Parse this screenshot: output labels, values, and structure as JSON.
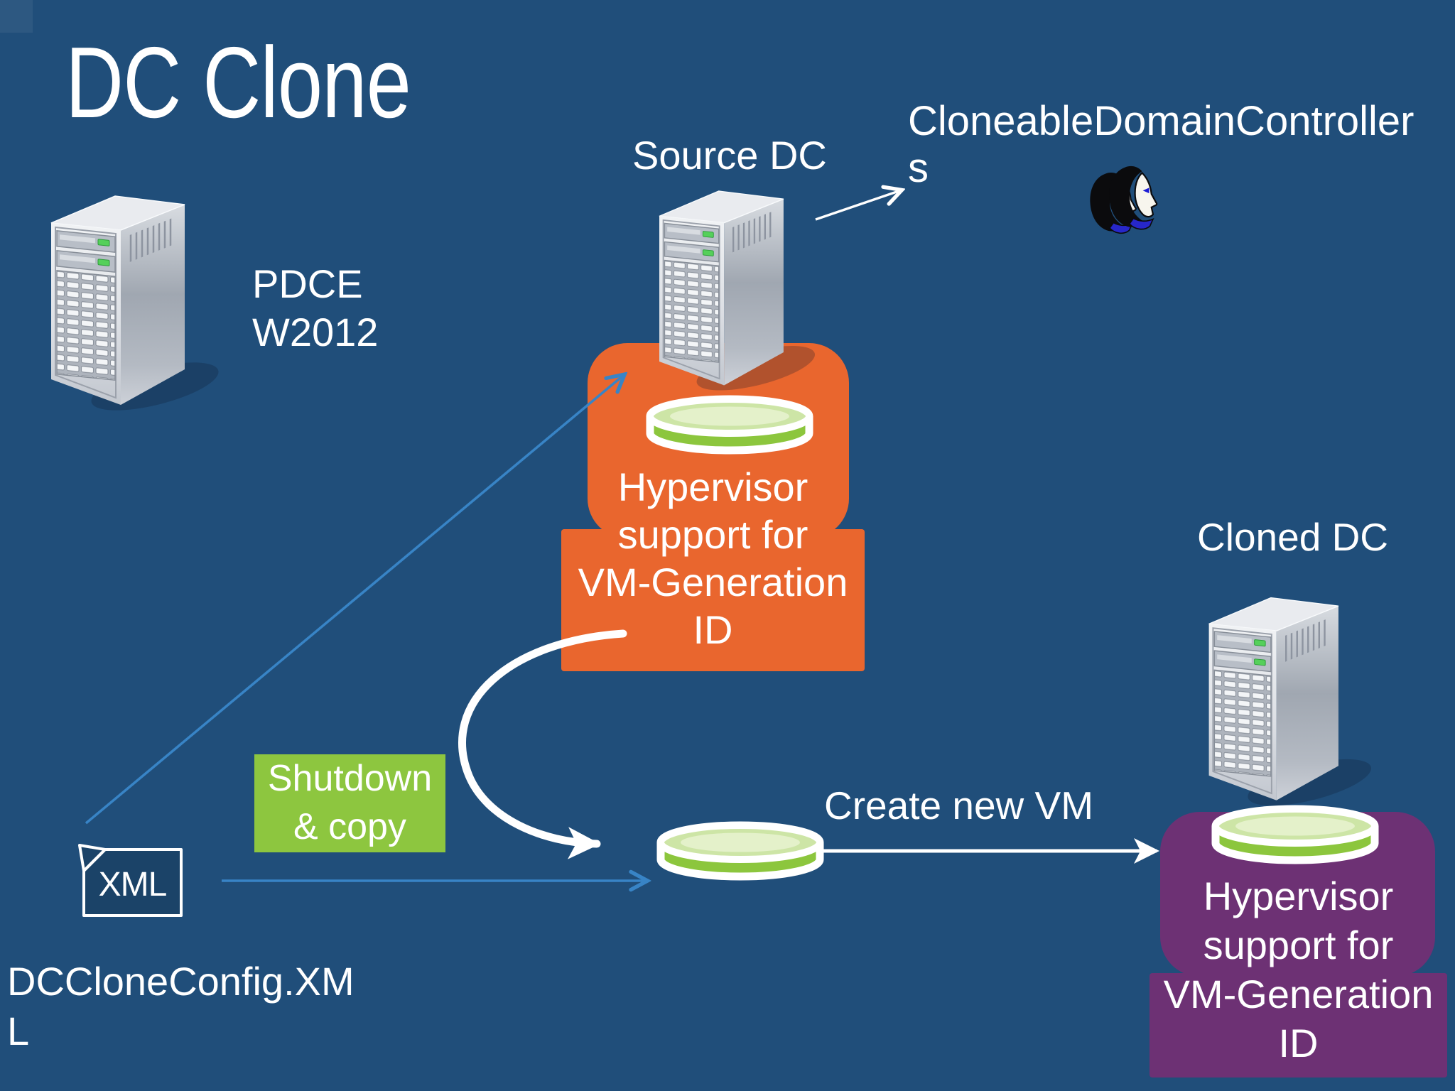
{
  "slide": {
    "title": "DC Clone"
  },
  "labels": {
    "pdce": "PDCE\nW2012",
    "source_dc": "Source DC",
    "cloneable_domain_controllers": "CloneableDomainController\ns",
    "cloned_dc": "Cloned DC",
    "create_vm": "Create new VM",
    "shutdown_copy": "Shutdown\n& copy",
    "dcclone_config": "DCCloneConfig.XM\nL",
    "xml_doc": "XML",
    "hypervisor_source": "Hypervisor\nsupport for\nVM-Generation\nID",
    "hypervisor_clone": "Hypervisor\nsupport for\nVM-Generation\nID"
  },
  "icons": {
    "server": "server-tower-icon",
    "disk": "disk-cylinder-icon",
    "users": "users-icon",
    "xml_document": "xml-document-icon",
    "arrows": [
      "arrow-source-to-cloneable",
      "arrow-xml-to-source-dc",
      "arrow-xml-to-disk",
      "arrow-shutdown-copy-curve",
      "arrow-create-new-vm"
    ]
  },
  "colors": {
    "background": "#204e7a",
    "orange": "#e9662e",
    "green": "#8dc63f",
    "purple": "#6d3174",
    "arrow_blue": "#3884c6",
    "disk_side": "#8cc63d",
    "disk_top": "#cde5a6",
    "disk_top_inner": "#e4f1ca",
    "led_green": "#55d05a",
    "collar_blue": "#2727c9",
    "text": "#ffffff"
  }
}
